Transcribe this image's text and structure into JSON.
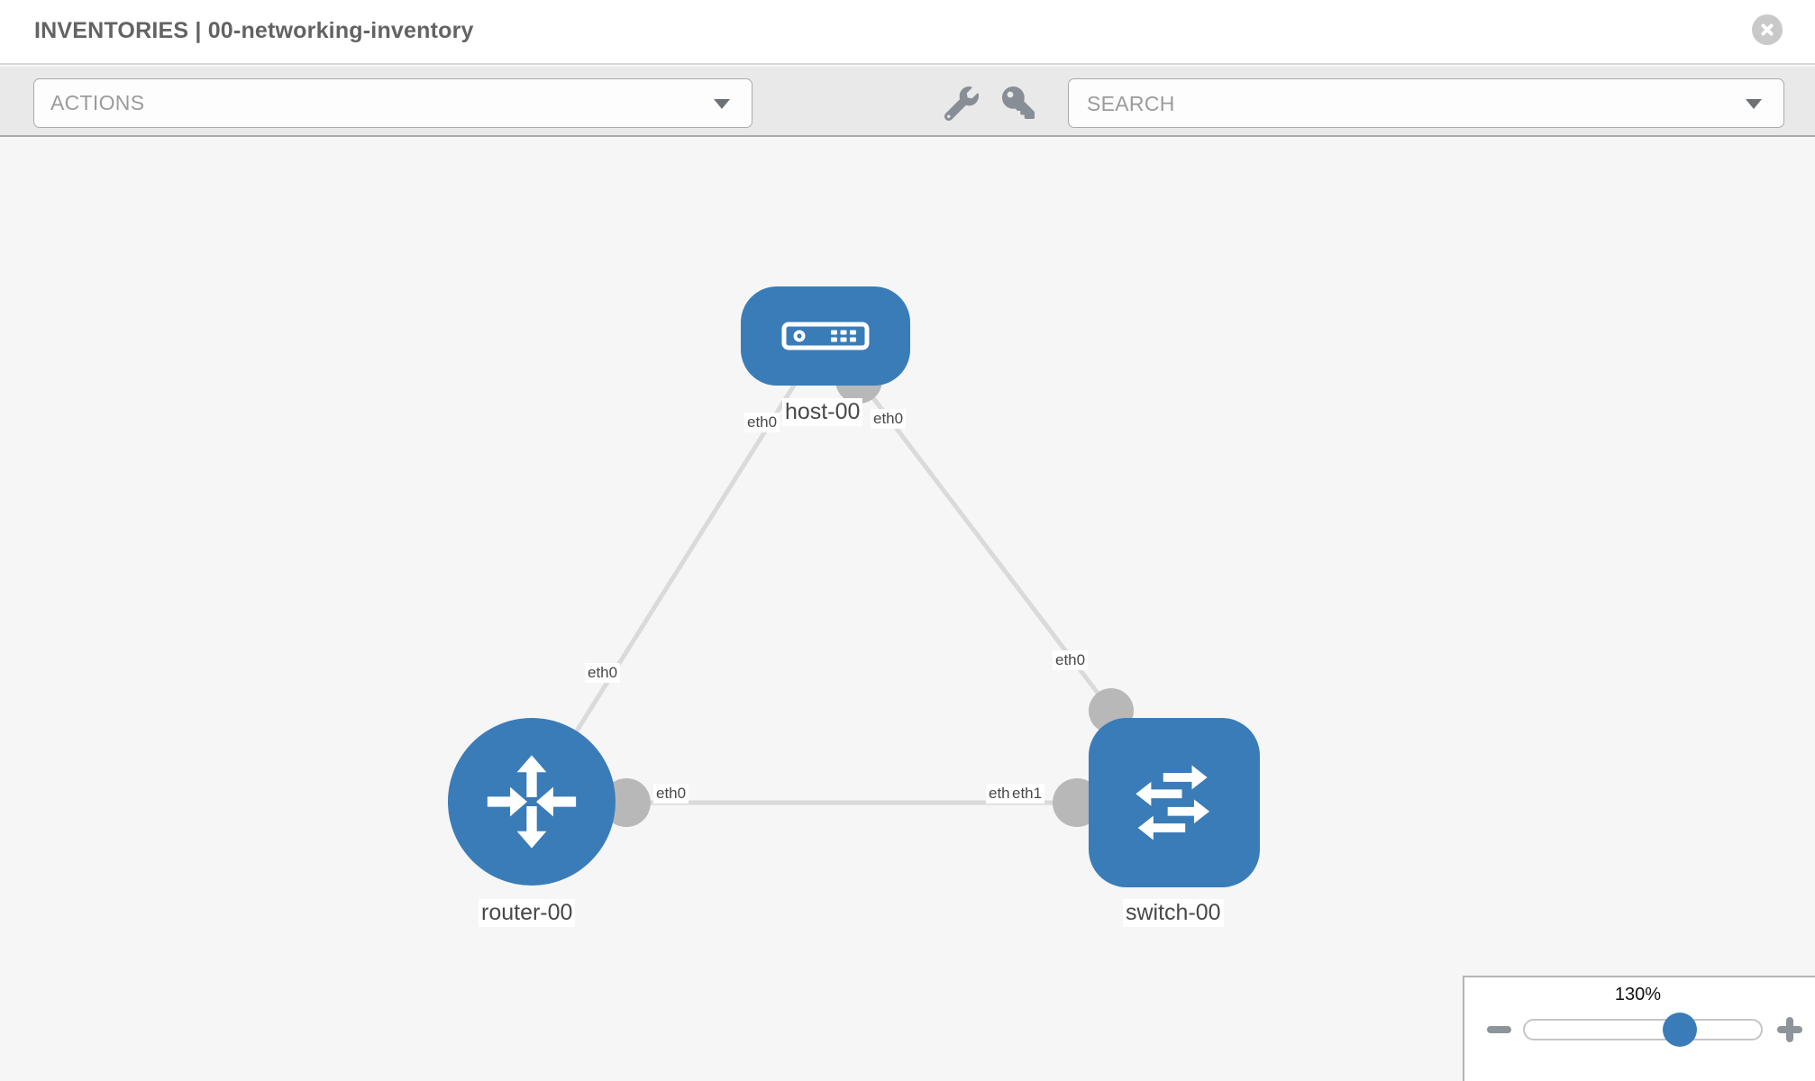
{
  "header": {
    "title": "INVENTORIES | 00-networking-inventory"
  },
  "toolbar": {
    "actions_label": "ACTIONS",
    "search_placeholder": "SEARCH"
  },
  "diagram": {
    "nodes": [
      {
        "label": "host-00",
        "type": "host"
      },
      {
        "label": "router-00",
        "type": "router"
      },
      {
        "label": "switch-00",
        "type": "switch"
      }
    ],
    "links": [
      {
        "from": "host-00",
        "from_interface": "eth0",
        "to": "router-00",
        "to_interface": "eth0"
      },
      {
        "from": "host-00",
        "from_interface": "eth0",
        "to": "switch-00",
        "to_interface": "eth0"
      },
      {
        "from": "router-00",
        "from_interface": "eth0",
        "to": "switch-00",
        "to_interface": "eth1"
      }
    ],
    "interface_labels": {
      "host_left": "eth0",
      "host_right": "eth0",
      "link_host_router": "eth0",
      "link_host_switch": "eth0",
      "router_right": "eth0",
      "switch_under": "eth0",
      "switch_top": "eth1"
    }
  },
  "zoom_control": {
    "level": "130%"
  },
  "colors": {
    "node_blue": "#3a7cb8",
    "link_gray": "#dadada",
    "interface_gray": "#b8b8b8",
    "toolbar_bg": "#e9e9e9",
    "canvas_bg": "#f6f6f6"
  }
}
